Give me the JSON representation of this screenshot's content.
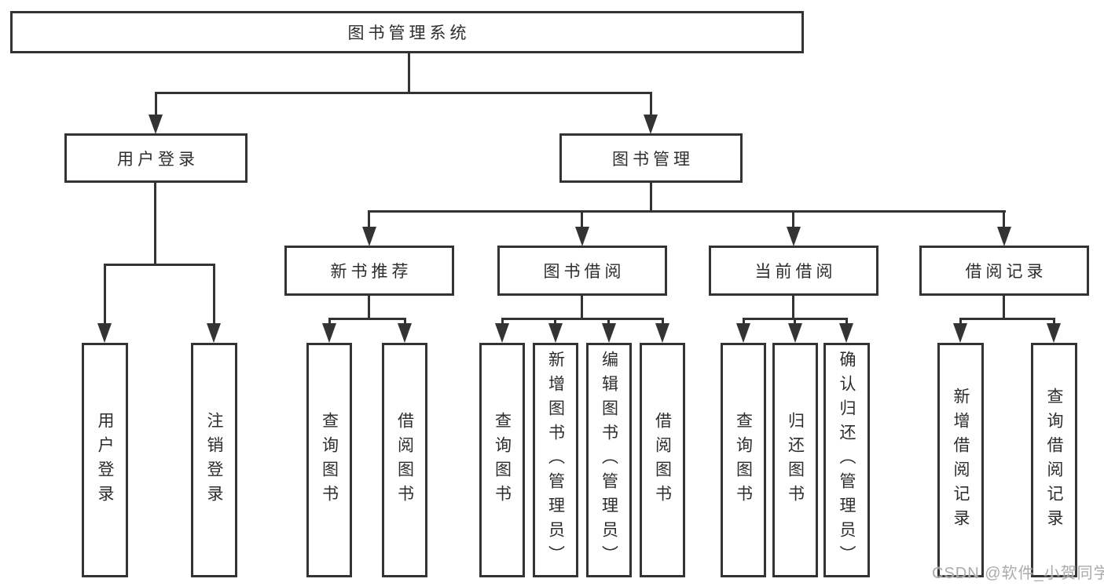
{
  "page": {
    "background_color": "#ffffff",
    "line_color": "#333333",
    "text_color": "#2d2d2d",
    "watermark_color": "#a4a4a4"
  },
  "nodes": {
    "root": {
      "label": "图书管理系统"
    },
    "level2": [
      {
        "id": "user-login",
        "label": "用户登录"
      },
      {
        "id": "book-management",
        "label": "图书管理"
      }
    ],
    "level3": [
      {
        "id": "new-book-recommend",
        "label": "新书推荐"
      },
      {
        "id": "book-borrow",
        "label": "图书借阅"
      },
      {
        "id": "current-borrow",
        "label": "当前借阅"
      },
      {
        "id": "borrow-records",
        "label": "借阅记录"
      }
    ],
    "leaves": [
      {
        "group": "user-login",
        "label": "用户登录"
      },
      {
        "group": "user-login",
        "label": "注销登录"
      },
      {
        "group": "new-book-recommend",
        "label": "查询图书"
      },
      {
        "group": "new-book-recommend",
        "label": "借阅图书"
      },
      {
        "group": "book-borrow",
        "label": "查询图书"
      },
      {
        "group": "book-borrow",
        "label": "新增图书（管理员）"
      },
      {
        "group": "book-borrow",
        "label": "编辑图书（管理员）"
      },
      {
        "group": "book-borrow",
        "label": "借阅图书"
      },
      {
        "group": "current-borrow",
        "label": "查询图书"
      },
      {
        "group": "current-borrow",
        "label": "归还图书"
      },
      {
        "group": "current-borrow",
        "label": "确认归还（管理员）"
      },
      {
        "group": "borrow-records",
        "label": "新增借阅记录"
      },
      {
        "group": "borrow-records",
        "label": "查询借阅记录"
      }
    ]
  },
  "watermark": {
    "text": "CSDN @软件_小贺同学"
  }
}
